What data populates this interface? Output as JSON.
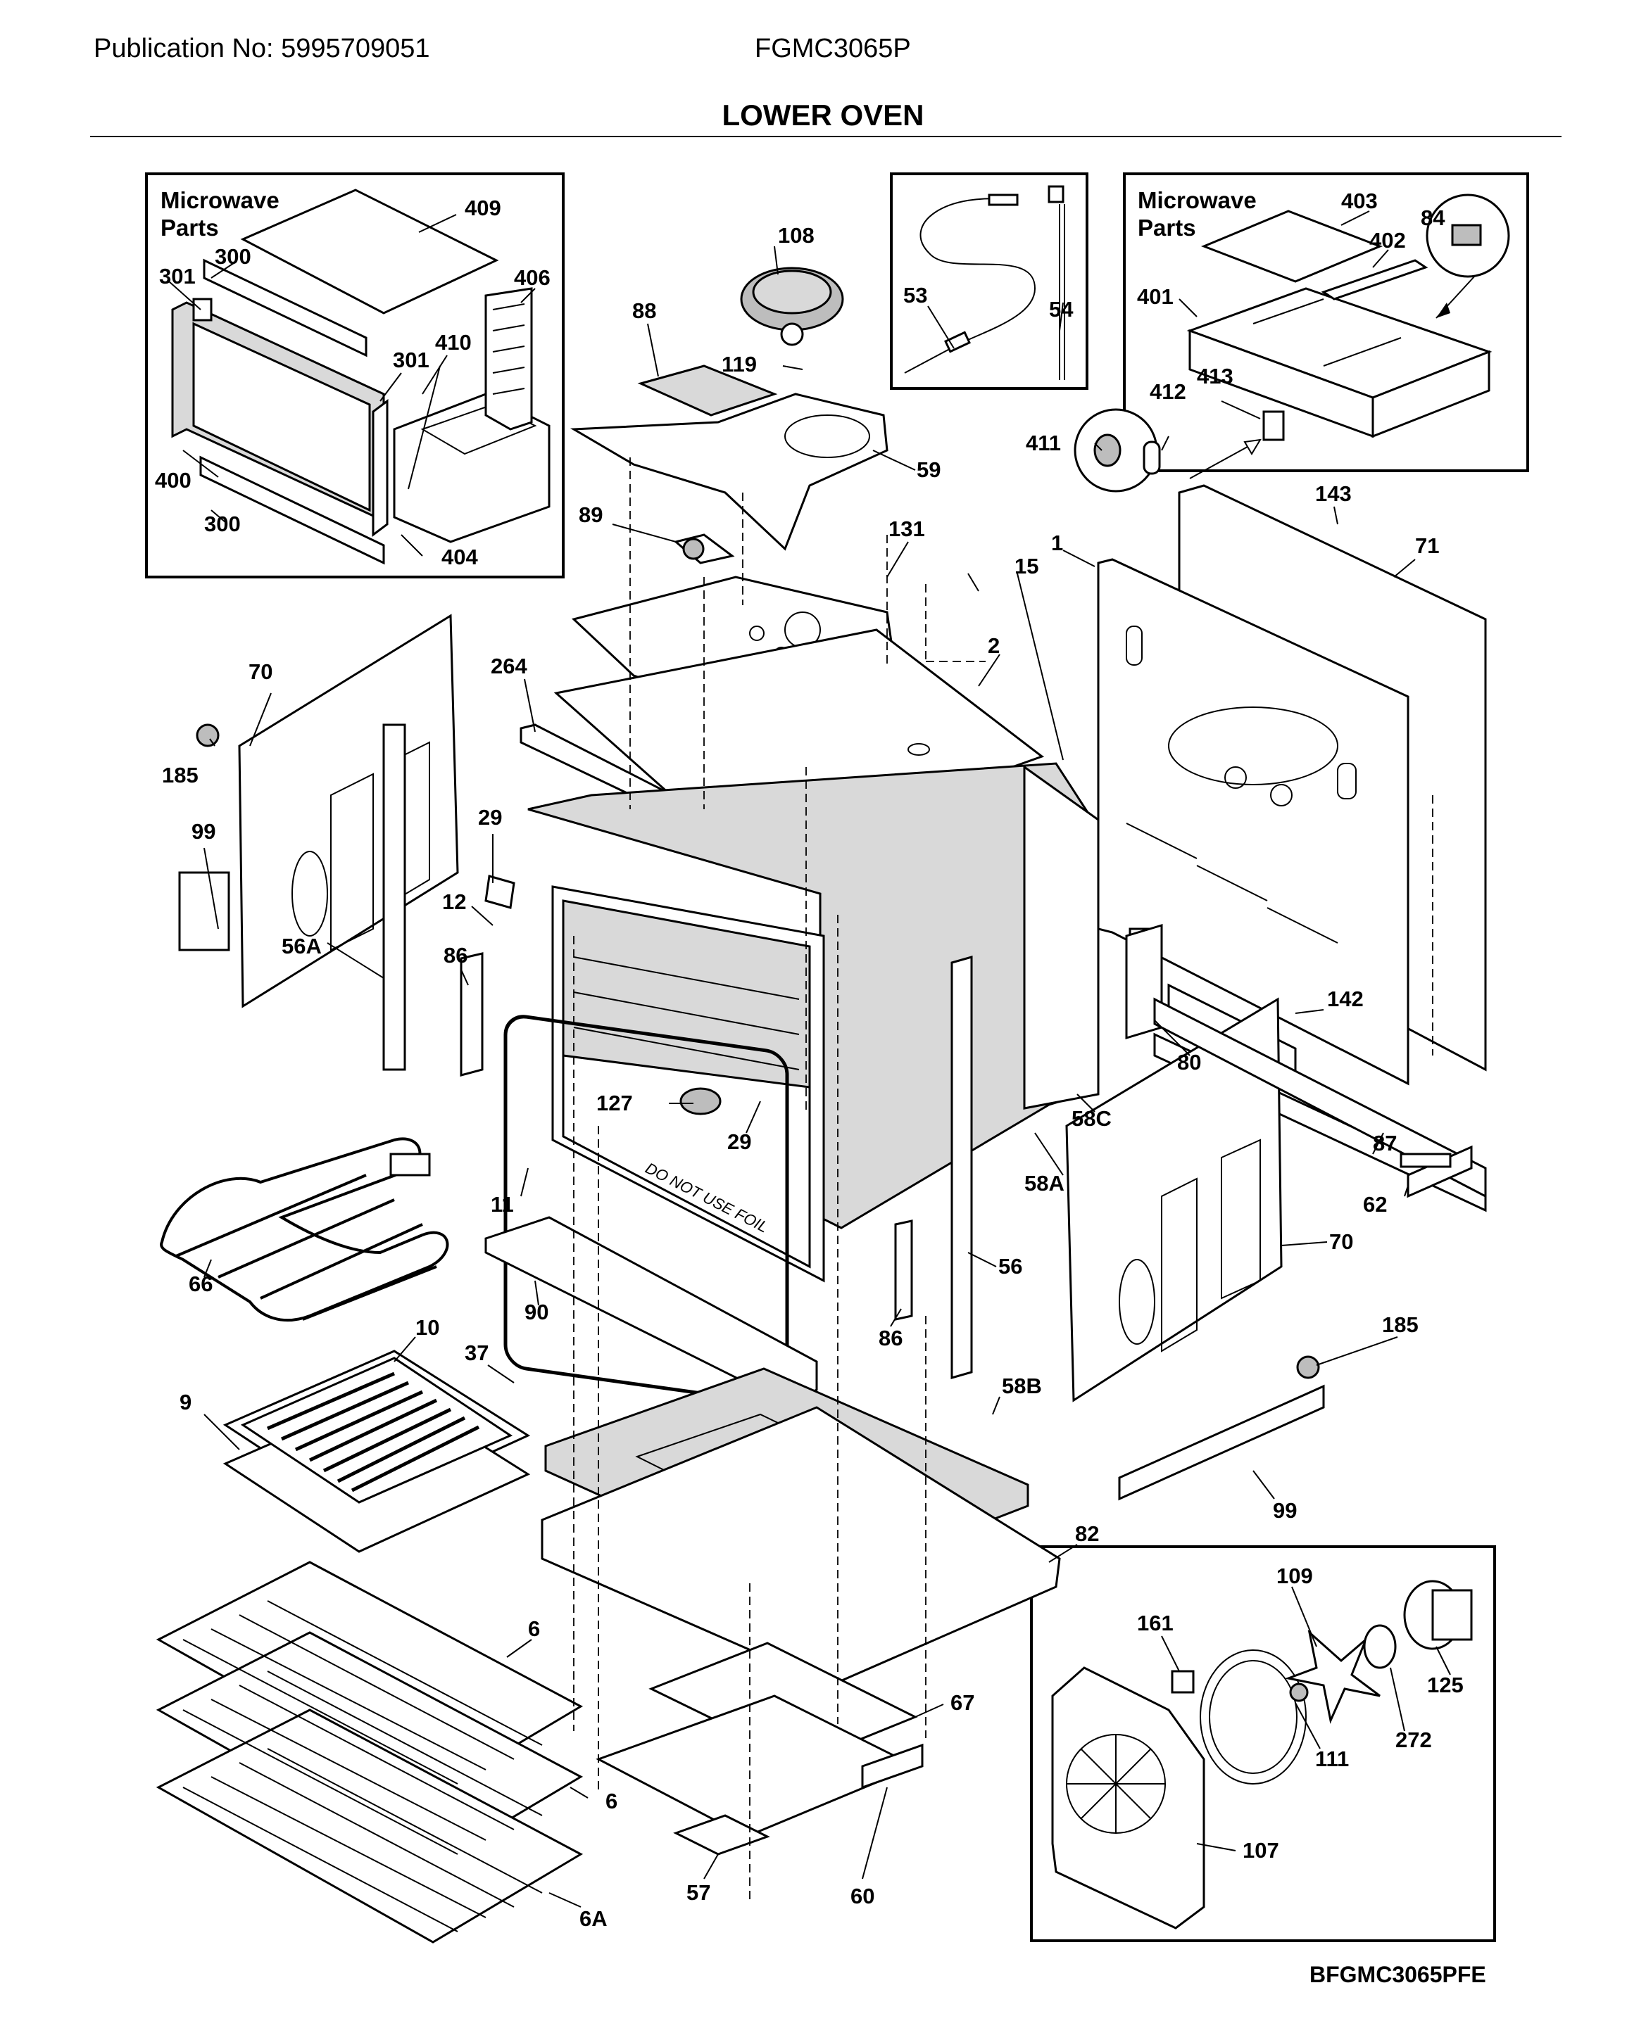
{
  "header": {
    "publication": "Publication No: 5995709051",
    "model": "FGMC3065P",
    "title": "LOWER OVEN"
  },
  "footer": {
    "code": "BFGMC3065PFE"
  },
  "insets": {
    "microwave_left_title_1": "Microwave",
    "microwave_left_title_2": "Parts",
    "microwave_right_title_1": "Microwave",
    "microwave_right_title_2": "Parts"
  },
  "oven_floor_text": "DO NOT USE FOIL",
  "callouts": {
    "c409": "409",
    "c300a": "300",
    "c301a": "301",
    "c406": "406",
    "c410": "410",
    "c301b": "301",
    "c400": "400",
    "c300b": "300",
    "c404": "404",
    "c108": "108",
    "c88": "88",
    "c119": "119",
    "c59": "59",
    "c53": "53",
    "c54": "54",
    "c403": "403",
    "c84": "84",
    "c402": "402",
    "c401": "401",
    "c413": "413",
    "c412": "412",
    "c411": "411",
    "c143": "143",
    "c71": "71",
    "c1": "1",
    "c89": "89",
    "c131": "131",
    "c15": "15",
    "c2": "2",
    "c264": "264",
    "c70a": "70",
    "c185a": "185",
    "c99a": "99",
    "c29a": "29",
    "c12": "12",
    "c86a": "86",
    "c56a": "56A",
    "c142": "142",
    "c80": "80",
    "c58c": "58C",
    "c127": "127",
    "c29b": "29",
    "c87": "87",
    "c58a": "58A",
    "c62": "62",
    "c11": "11",
    "c66": "66",
    "c70b": "70",
    "c56": "56",
    "c90": "90",
    "c86b": "86",
    "c185b": "185",
    "c10": "10",
    "c37": "37",
    "c58b": "58B",
    "c9": "9",
    "c99b": "99",
    "c82": "82",
    "c109": "109",
    "c161": "161",
    "c125": "125",
    "c6a": "6",
    "c67": "67",
    "c272": "272",
    "c111": "111",
    "c6b": "6",
    "c107": "107",
    "c57": "57",
    "c60": "60",
    "c6A": "6A"
  }
}
